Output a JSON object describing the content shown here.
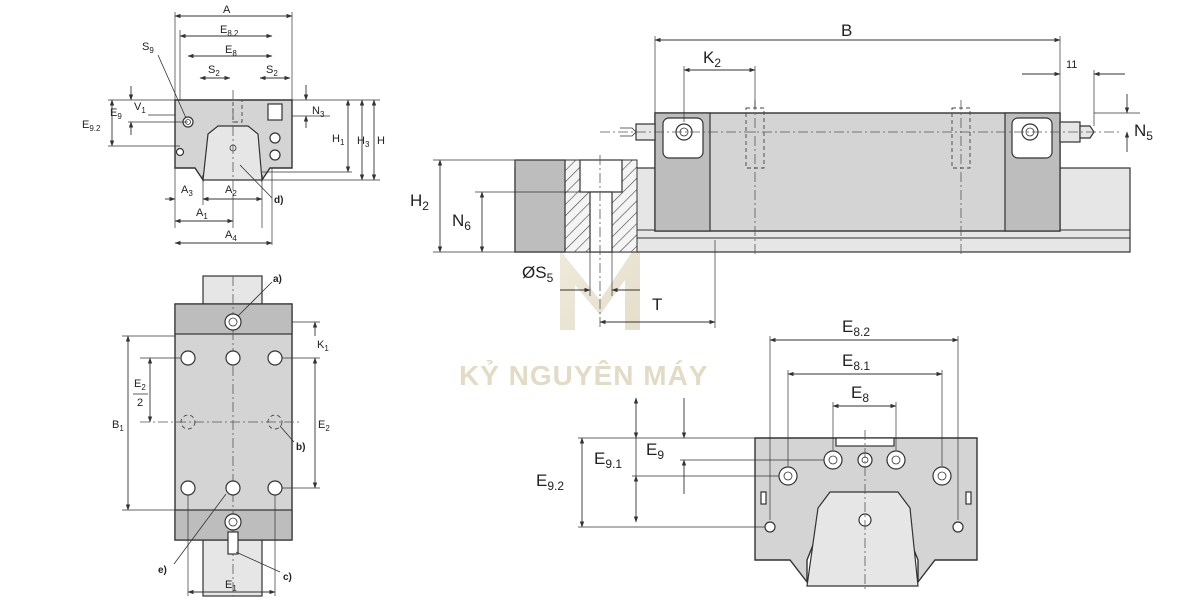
{
  "watermark": {
    "text": "KỶ NGUYÊN MÁY"
  },
  "view_front_small": {
    "labels": {
      "A": "A",
      "E82_main": "E",
      "E82_sub": "8.2",
      "E8_main": "E",
      "E8_sub": "8",
      "S9_main": "S",
      "S9_sub": "9",
      "S2a_main": "S",
      "S2a_sub": "2",
      "S2b_main": "S",
      "S2b_sub": "2",
      "E9_main": "E",
      "E9_sub": "9",
      "V1_main": "V",
      "V1_sub": "1",
      "E92_main": "E",
      "E92_sub": "9.2",
      "N3_main": "N",
      "N3_sub": "3",
      "H1_main": "H",
      "H1_sub": "1",
      "H3_main": "H",
      "H3_sub": "3",
      "H": "H",
      "A3_main": "A",
      "A3_sub": "3",
      "A2_main": "A",
      "A2_sub": "2",
      "A1_main": "A",
      "A1_sub": "1",
      "A4_main": "A",
      "A4_sub": "4",
      "d": "d)"
    }
  },
  "view_top": {
    "labels": {
      "a": "a)",
      "b": "b)",
      "c": "c)",
      "e": "e)",
      "K1_main": "K",
      "K1_sub": "1",
      "E2h_main": "E",
      "E2h_sub": "2",
      "E2h_den": "2",
      "B1_main": "B",
      "B1_sub": "1",
      "E2_main": "E",
      "E2_sub": "2",
      "E1_main": "E",
      "E1_sub": "1"
    }
  },
  "view_side": {
    "labels": {
      "B": "B",
      "K2_main": "K",
      "K2_sub": "2",
      "n11": "11",
      "N5_main": "N",
      "N5_sub": "5",
      "H2_main": "H",
      "H2_sub": "2",
      "N6_main": "N",
      "N6_sub": "6",
      "S5_main": "ØS",
      "S5_sub": "5",
      "T": "T"
    }
  },
  "view_front_large": {
    "labels": {
      "E82_main": "E",
      "E82_sub": "8.2",
      "E81_main": "E",
      "E81_sub": "8.1",
      "E8_main": "E",
      "E8_sub": "8",
      "E9_main": "E",
      "E9_sub": "9",
      "E91_main": "E",
      "E91_sub": "9.1",
      "E92_main": "E",
      "E92_sub": "9.2"
    }
  }
}
